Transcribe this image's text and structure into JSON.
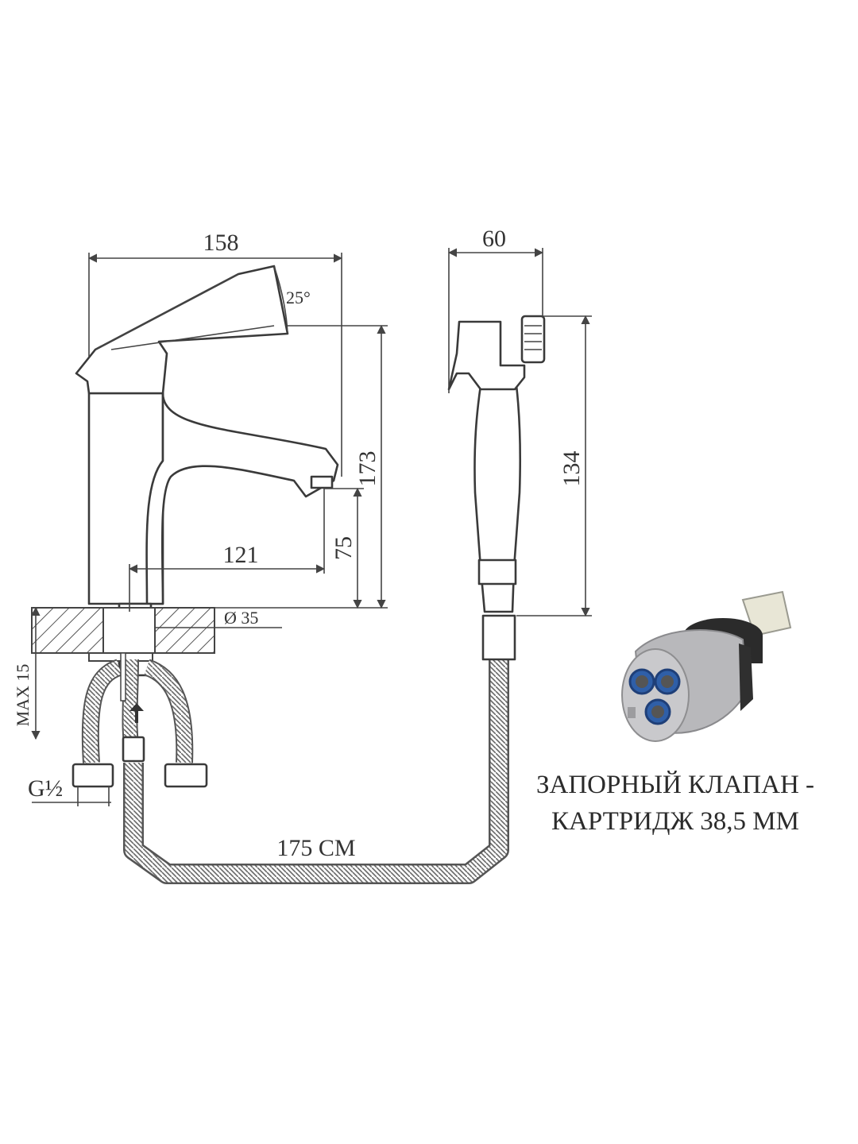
{
  "dimensions": {
    "faucet_width": "158",
    "lever_angle": "25°",
    "faucet_height": "173",
    "spout_reach": "121",
    "spout_clearance": "75",
    "hole_diameter": "Ø 35",
    "max_thickness": "MAX 15",
    "thread": "G½",
    "hose_length": "175 СМ",
    "shower_width": "60",
    "shower_length": "134"
  },
  "caption": {
    "line1": "ЗАПОРНЫЙ КЛАПАН -",
    "line2": "КАРТРИДЖ 38,5 ММ"
  },
  "colors": {
    "line": "#444444",
    "hatch": "#555555",
    "cartridge_blue": "#2f5fa8",
    "cartridge_body": "#b8b8bb"
  }
}
